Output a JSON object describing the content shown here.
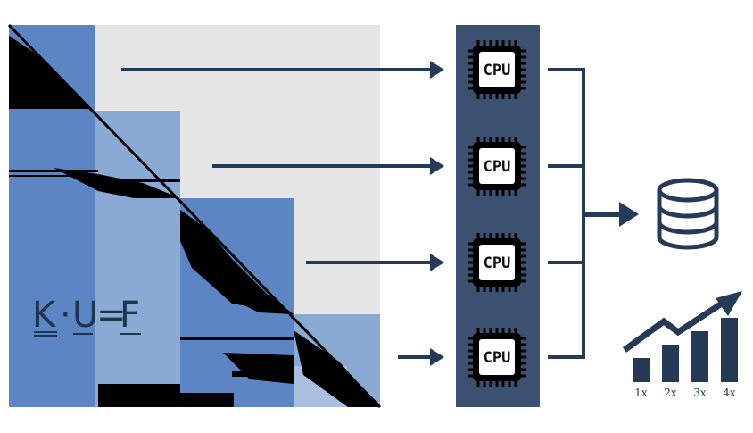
{
  "equation": {
    "K": "K",
    "dot": "·",
    "U": "U",
    "equals": "=",
    "F": "F"
  },
  "processors": {
    "label": "CPU",
    "count": 4
  },
  "speedup_chart": {
    "ticks": [
      "1x",
      "2x",
      "3x",
      "4x"
    ],
    "values": [
      1,
      2,
      3,
      4
    ]
  },
  "colors": {
    "navy": "#243a56",
    "block_dark": "#5b86c3",
    "block_light": "#8aaad4",
    "background_gray": "#e6e6e6",
    "cpu_panel": "#3c5170"
  },
  "icons": [
    "cpu-icon",
    "database-icon",
    "trend-up-arrow-icon"
  ]
}
